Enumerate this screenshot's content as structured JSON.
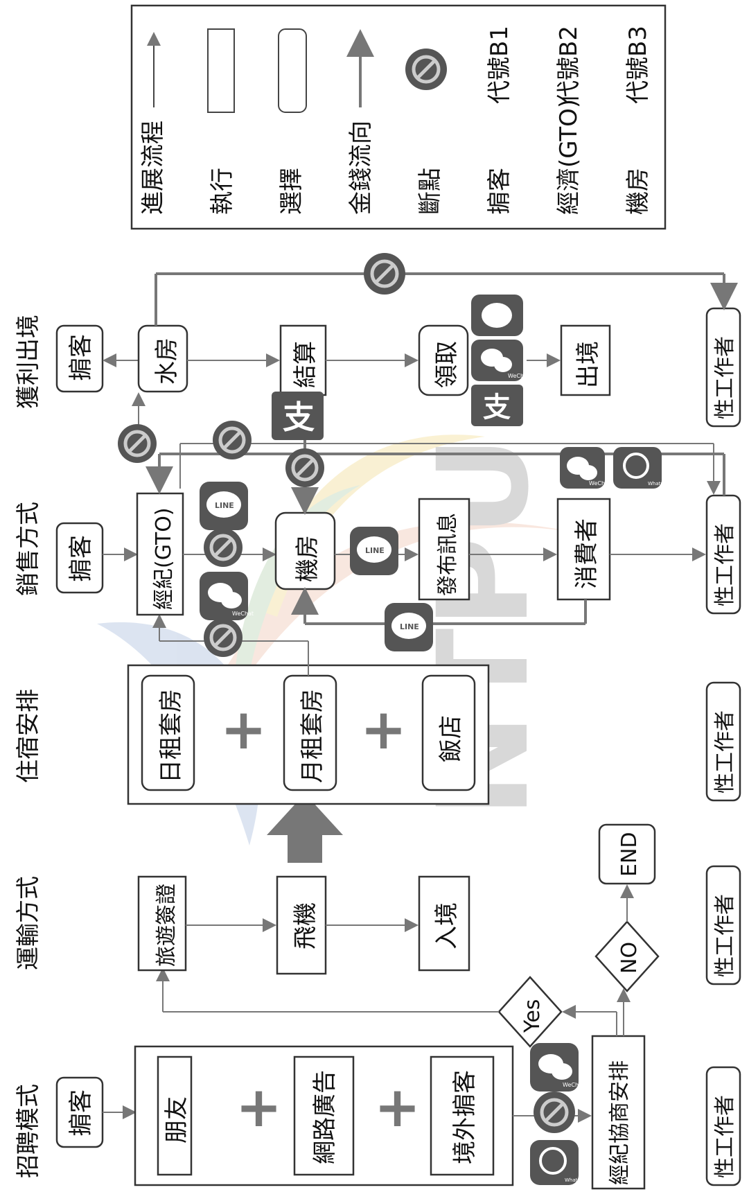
{
  "legend": {
    "progress_flow": "進展流程",
    "execute": "執行",
    "choose": "選擇",
    "money_flow": "金錢流向",
    "break_point": "斷點",
    "broker": "掮客",
    "broker_code": "代號B1",
    "agency": "經濟(GTO)",
    "agency_code": "代號B2",
    "room": "機房",
    "room_code": "代號B3"
  },
  "stages": {
    "recruit": "招聘模式",
    "transport": "運輸方式",
    "lodging": "住宿安排",
    "sales": "銷售方式",
    "profit": "獲利出境"
  },
  "nodes": {
    "broker_recruit": "掮客",
    "friends": "朋友",
    "web_ads": "網路廣告",
    "overseas_broker": "境外掮客",
    "negotiate": "經紀協商安排",
    "yes": "Yes",
    "no": "NO",
    "end": "END",
    "visa": "旅遊簽證",
    "plane": "飛機",
    "entry": "入境",
    "daily_suite": "日租套房",
    "monthly_suite": "月租套房",
    "hotel": "飯店",
    "broker_sales": "掮客",
    "agency_gto": "經紀(GTO)",
    "room_sales": "機房",
    "publish": "發布訊息",
    "consumer": "消費者",
    "broker_profit": "掮客",
    "water_room": "水房",
    "settle": "結算",
    "collect": "領取",
    "exit": "出境"
  },
  "worker_label": "性工作者",
  "watermark": "NTPU",
  "apps": {
    "line": "LINE",
    "wechat": "WeChat",
    "whatsapp": "WhatsApp",
    "alipay": "支"
  }
}
